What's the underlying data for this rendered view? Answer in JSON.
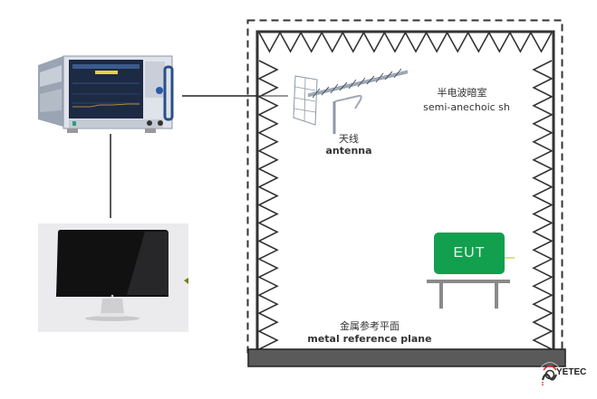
{
  "diagram": {
    "chamber": {
      "label_cn": "半电波暗室",
      "label_en": "semi-anechoic sh"
    },
    "antenna": {
      "label_cn": "天线",
      "label_en": "antenna"
    },
    "eut": {
      "label": "EUT"
    },
    "ground_plane": {
      "label_cn": "金属参考平面",
      "label_en": "metal reference plane"
    },
    "devices": {
      "analyzer": "spectrum-analyzer",
      "monitor": "computer-monitor"
    },
    "logo": {
      "text": "YETEC"
    },
    "colors": {
      "eut_green": "#12a04e",
      "ground_plane": "#5a5a5a",
      "absorber_line": "#333333",
      "logo_red": "#d7262c"
    }
  }
}
